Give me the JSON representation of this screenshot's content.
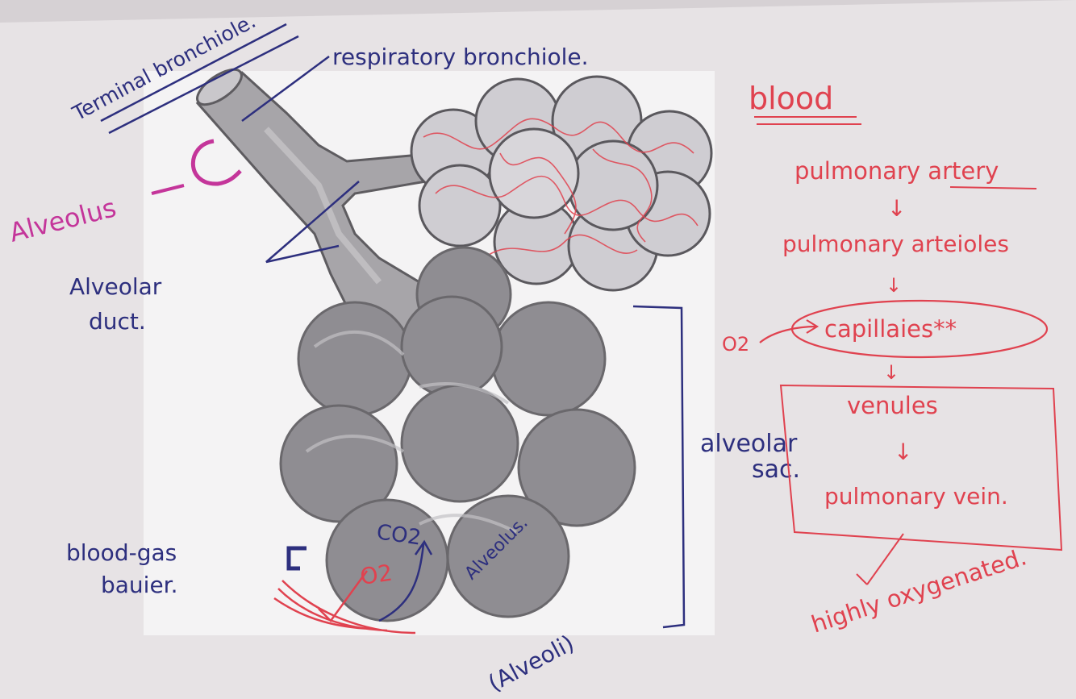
{
  "colors": {
    "pen_blue": "#2d2f7e",
    "pen_red": "#e0424f",
    "pen_magenta": "#c4359a",
    "alveolus_fill": "#8f8d92",
    "duct_fill": "#a9a7ab",
    "paper": "#ece9eb",
    "print_panel": "#f3f2f3"
  },
  "labels": {
    "terminal_bronchiole": "Terminal bronchiole.",
    "respiratory_bronchiole": "respiratory bronchiole.",
    "alveolus_magenta": "Alveolus",
    "alveolar_duct_line1": "Alveolar",
    "alveolar_duct_line2": "duct.",
    "blood_gas_line1": "blood-gas",
    "blood_gas_line2": "bauier.",
    "alveolar_sac_line1": "alveolar",
    "alveolar_sac_line2": "sac.",
    "co2": "CO2",
    "o2_inner": "O2",
    "alveolus_in_sac": "Alveolus.",
    "alveoli_paren": "(Alveoli)"
  },
  "blood_flow": {
    "title": "blood",
    "pulmonary_artery": "pulmonary artery",
    "pulmonary_arterioles": "pulmonary arteioles",
    "capillaries": "capillaies**",
    "o2_in": "O2",
    "venules": "venules",
    "pulmonary_vein": "pulmonary vein.",
    "highly_oxygenated": "highly oxygenated.",
    "arrow": "↓"
  }
}
